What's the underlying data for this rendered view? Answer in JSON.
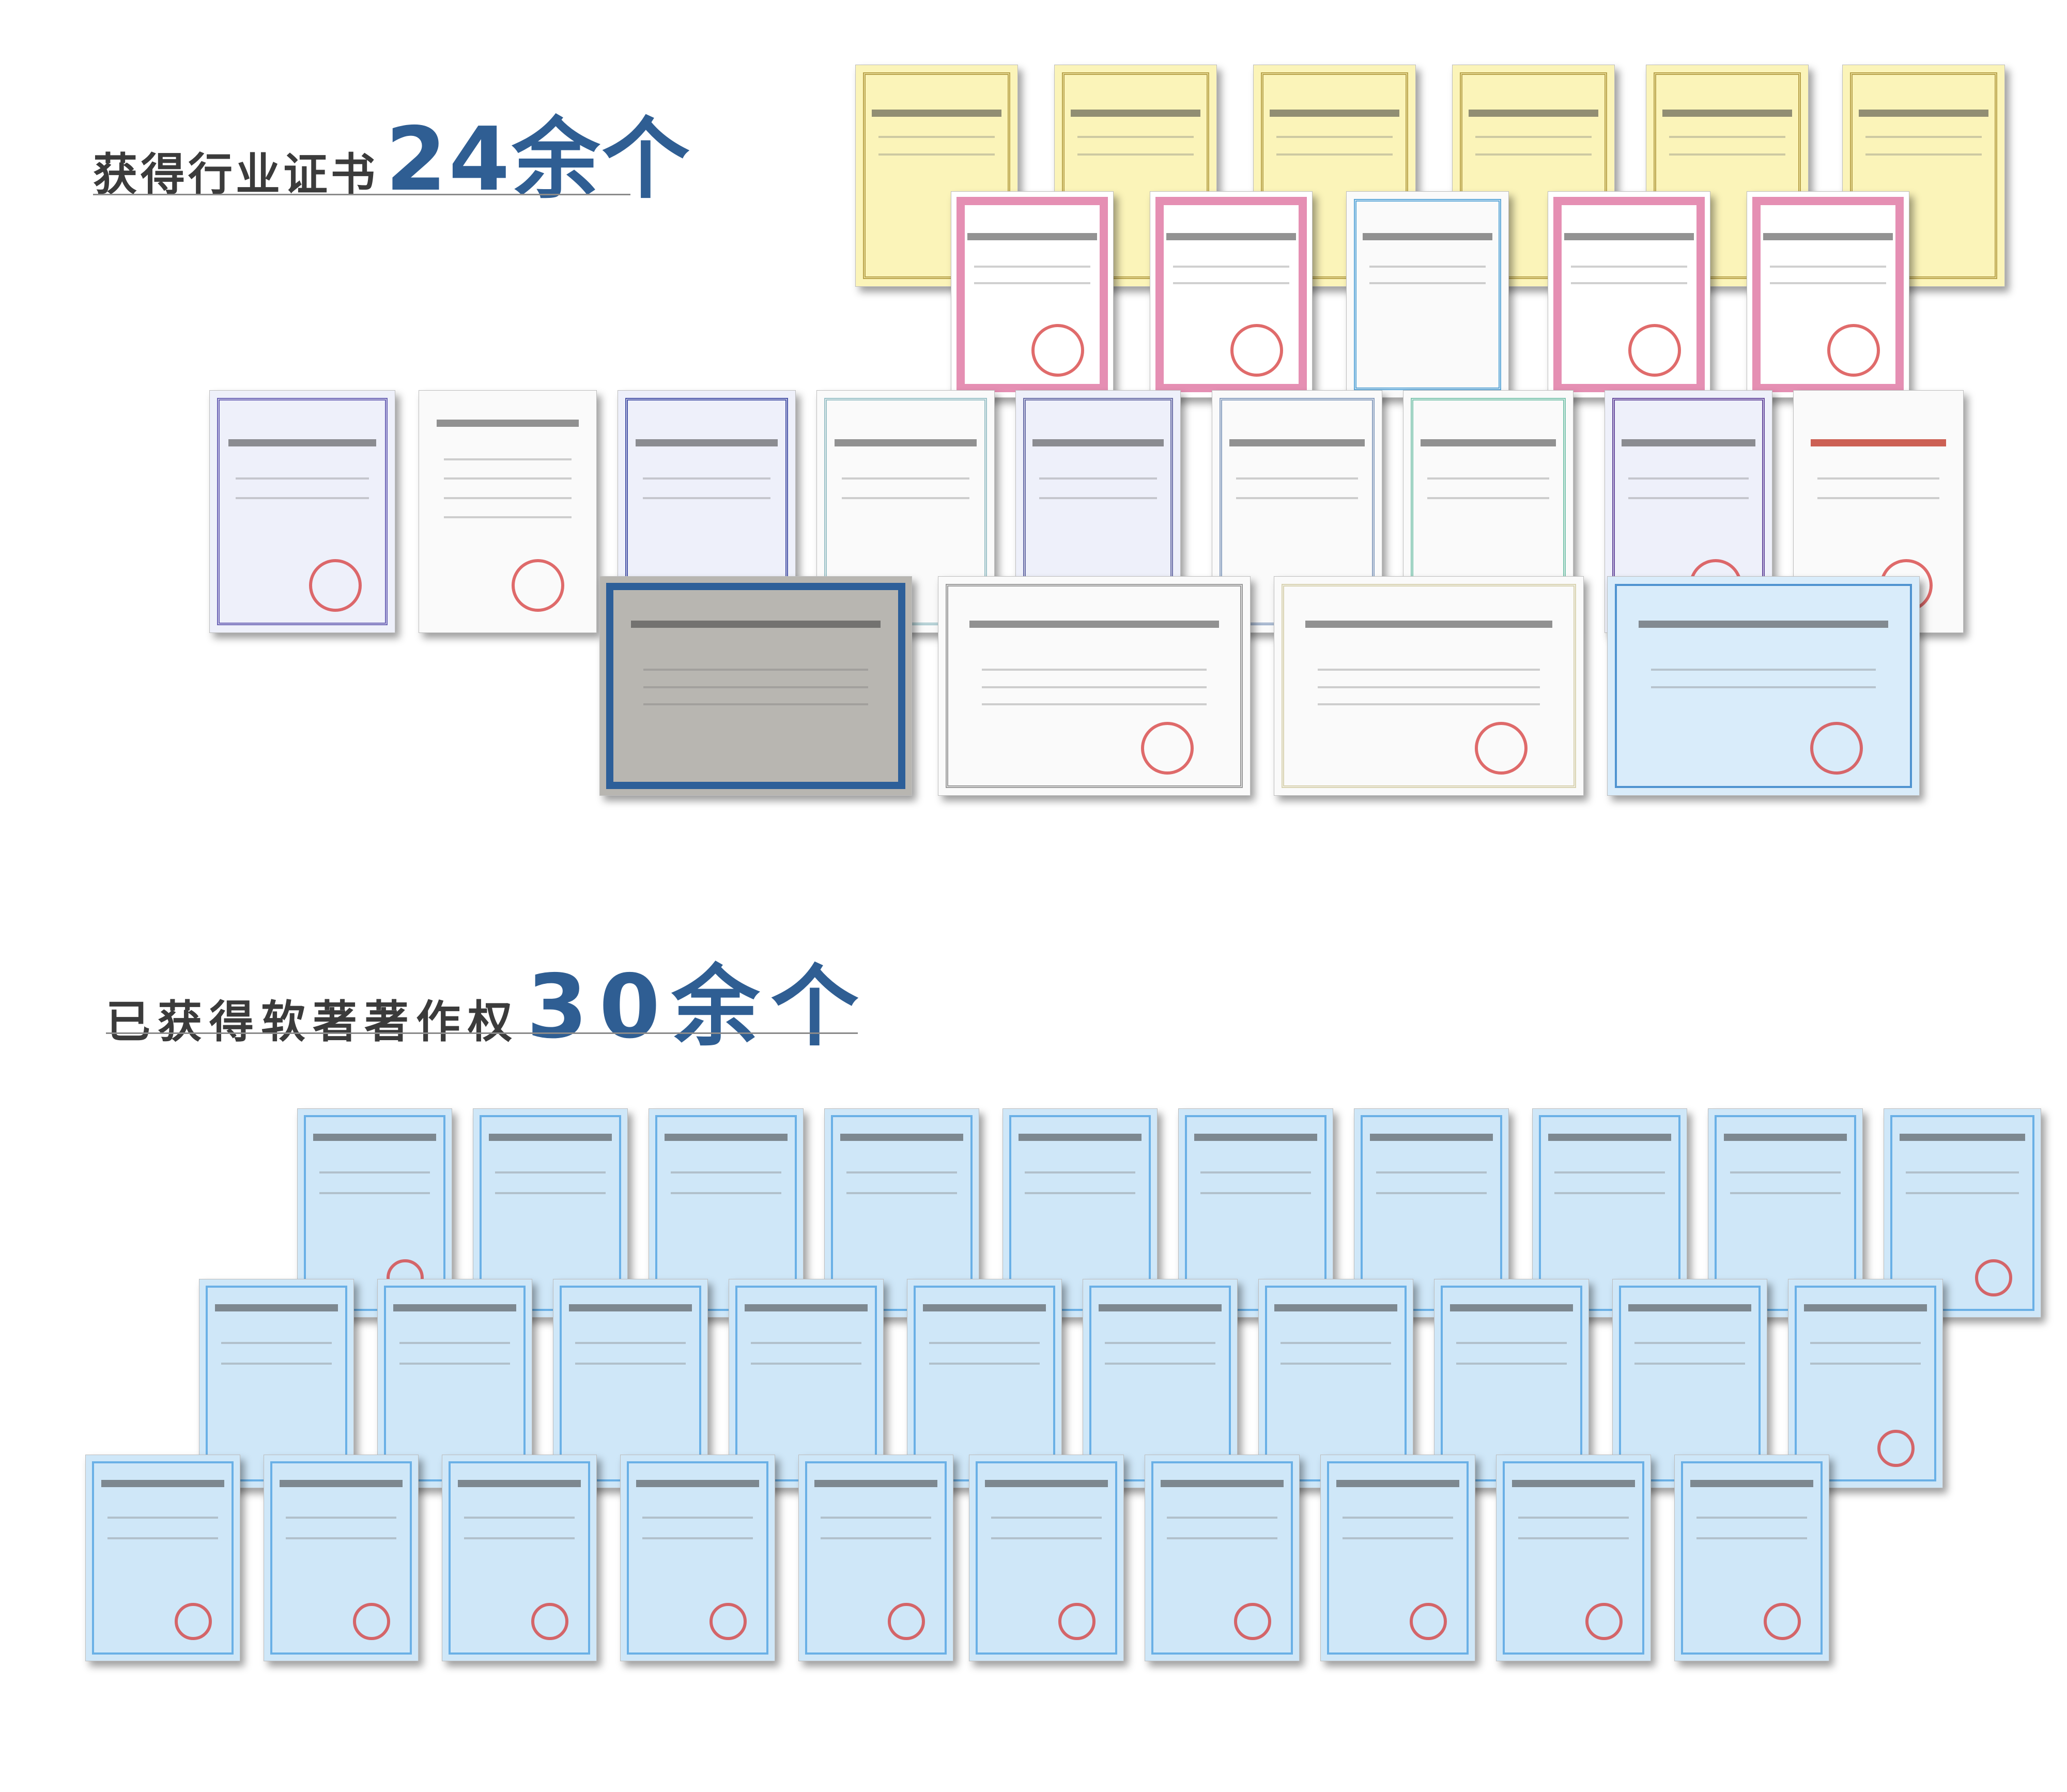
{
  "section_industry": {
    "label": "获得行业证书",
    "count": "24余个"
  },
  "section_software": {
    "label": "已获得软著著作权",
    "count": "30余个"
  }
}
